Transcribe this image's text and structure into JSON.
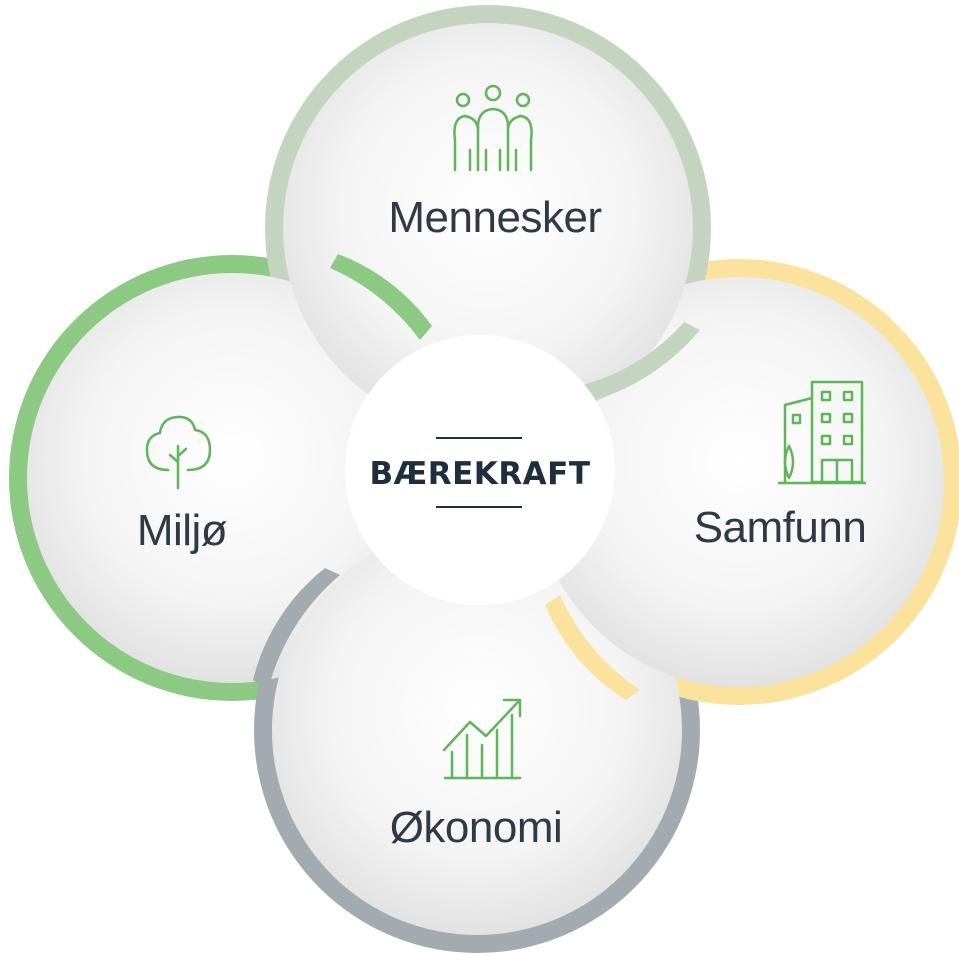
{
  "center": {
    "label": "BÆREKRAFT"
  },
  "pillars": [
    {
      "key": "mennesker",
      "label": "Mennesker",
      "icon": "people-icon",
      "ring_color": "#c5d4c0"
    },
    {
      "key": "samfunn",
      "label": "Samfunn",
      "icon": "buildings-icon",
      "ring_color": "#fbe39e"
    },
    {
      "key": "okonomi",
      "label": "Økonomi",
      "icon": "growth-chart-icon",
      "ring_color": "#a4abb0"
    },
    {
      "key": "miljo",
      "label": "Miljø",
      "icon": "tree-icon",
      "ring_color": "#8cc982"
    }
  ],
  "colors": {
    "icon": "#5fb55a",
    "text": "#2f3a45",
    "center_text": "#1f2e3b"
  }
}
